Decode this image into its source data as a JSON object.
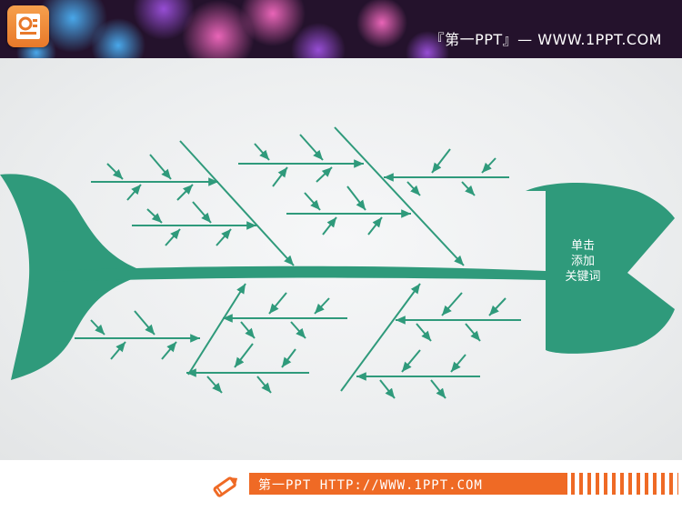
{
  "header": {
    "site_text": "『第一PPT』— WWW.1PPT.COM",
    "logo_icon": "powerpoint-icon"
  },
  "diagram": {
    "type": "fishbone",
    "head_label_lines": [
      "单击",
      "添加",
      "关键词"
    ],
    "color": "#2f9a7b"
  },
  "footer": {
    "banner_text": "第一PPT HTTP://WWW.1PPT.COM",
    "accent_color": "#ef6a25",
    "icon": "pencil-icon"
  }
}
